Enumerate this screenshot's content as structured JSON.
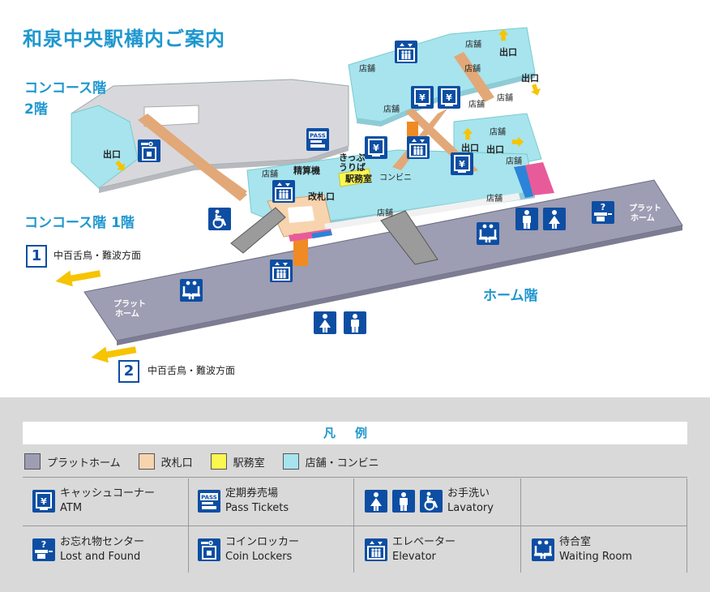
{
  "title": "和泉中央駅構内ご案内",
  "floors": {
    "concourse2_line1": "コンコース階",
    "concourse2_line2": "2階",
    "concourse1": "コンコース階 1階",
    "platform": "ホーム階"
  },
  "map_labels": {
    "shop": "店舗",
    "exit": "出口",
    "seisanki": "精算機",
    "kaisatsu": "改札口",
    "kippu_line1": "きっぷ",
    "kippu_line2": "うりば",
    "ekimushitsu": "駅務室",
    "konbini": "コンビニ",
    "platform_label_line1": "プラット",
    "platform_label_line2": "ホーム"
  },
  "directions": [
    {
      "num": "1",
      "text": "中百舌鳥・難波方面"
    },
    {
      "num": "2",
      "text": "中百舌鳥・難波方面"
    }
  ],
  "legend": {
    "heading": "凡例",
    "swatches": [
      {
        "label": "プラットホーム",
        "color": "#9d9db3"
      },
      {
        "label": "改札口",
        "color": "#f7d4ae"
      },
      {
        "label": "駅務室",
        "color": "#fcf74f"
      },
      {
        "label": "店舗・コンビニ",
        "color": "#a7e4ee"
      }
    ],
    "items": [
      {
        "icon": "atm-icon",
        "jp": "キャッシュコーナー",
        "en": "ATM"
      },
      {
        "icon": "pass-icon",
        "jp": "定期券売場",
        "en": "Pass Tickets"
      },
      {
        "icon": "lavatory-icon",
        "jp": "お手洗い",
        "en": "Lavatory"
      },
      {
        "icon": "lost-found-icon",
        "jp": "お忘れ物センター",
        "en": "Lost and Found"
      },
      {
        "icon": "locker-icon",
        "jp": "コインロッカー",
        "en": "Coin Lockers"
      },
      {
        "icon": "elevator-icon",
        "jp": "エレベーター",
        "en": "Elevator"
      },
      {
        "icon": "waiting-room-icon",
        "jp": "待合室",
        "en": "Waiting Room"
      }
    ]
  },
  "colors": {
    "accent": "#1f97cf",
    "icon_blue": "#0d4ea3",
    "platform": "#9d9db3",
    "gate": "#f7d4ae",
    "office": "#fcf74f",
    "shop": "#a7e4ee",
    "arrow": "#f6c400",
    "stair": "#e2a878"
  }
}
